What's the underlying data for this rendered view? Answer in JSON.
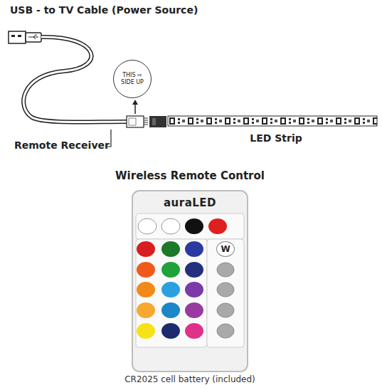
{
  "diagram": {
    "title": "USB - to TV Cable (Power Source)",
    "caption": "CR2025 cell battery (included)",
    "nodes": [
      {
        "text": [
          "THIS ⇨ SIDE UP"
        ]
      },
      {
        "text": [
          "auraLED"
        ]
      },
      {
        "text": [
          "W"
        ],
        "in": 1
      }
    ],
    "labels": [
      "Remote Receiver",
      "LED Strip",
      "Wireless Remote Control"
    ]
  }
}
